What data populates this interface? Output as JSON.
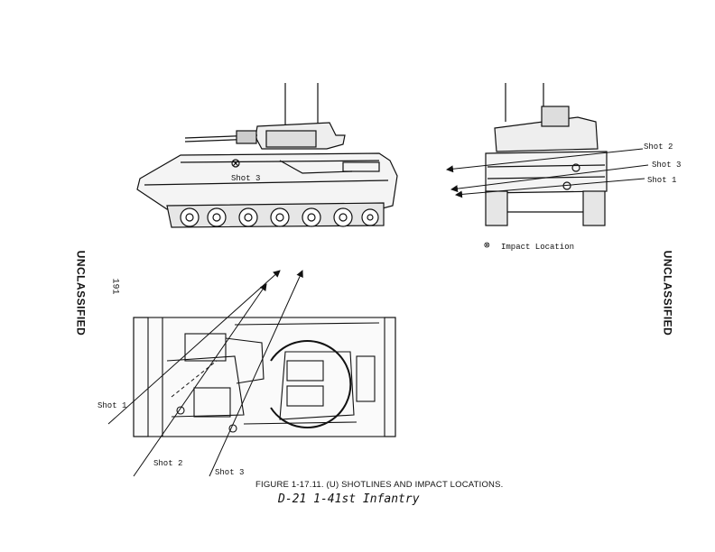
{
  "labels": {
    "side_left": "UNCLASSIFIED",
    "side_right": "UNCLASSIFIED",
    "page_number": "191"
  },
  "side_view": {
    "shot_label": "Shot 3"
  },
  "front_view": {
    "shot2": "Shot 2",
    "shot3": "Shot 3",
    "shot1": "Shot 1",
    "legend_symbol": "⊗",
    "legend_text": "Impact Location"
  },
  "top_view": {
    "shot1": "Shot 1",
    "shot2": "Shot 2",
    "shot3": "Shot 3"
  },
  "caption": "FIGURE 1-17.11.  (U)  SHOTLINES AND IMPACT LOCATIONS.",
  "handwritten_note": "D-21   1-41st Infantry"
}
